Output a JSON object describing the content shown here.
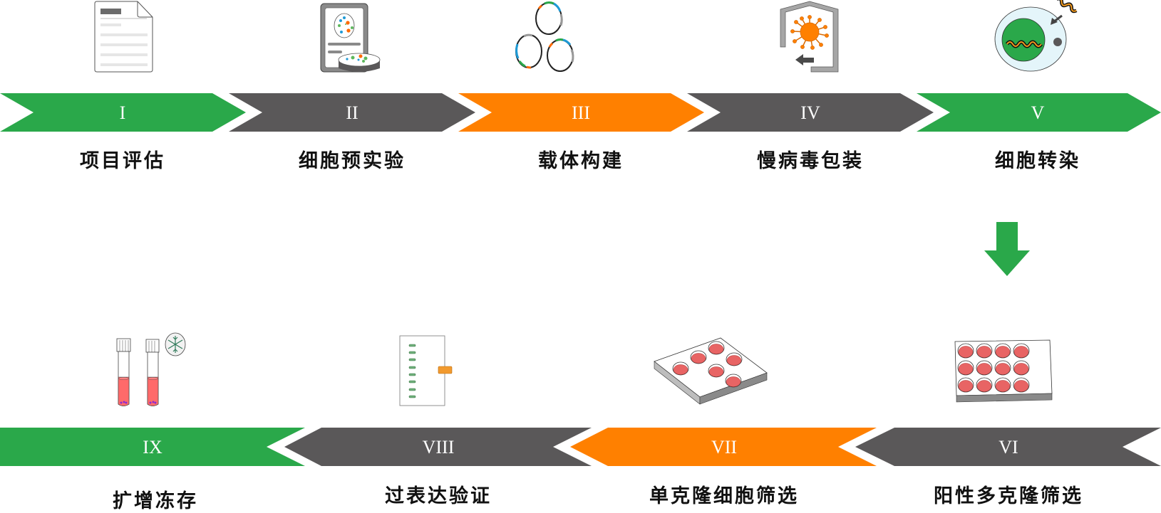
{
  "title": "细胞株构建流程",
  "colors": {
    "green": "#2aa84a",
    "gray": "#5a5859",
    "orange": "#ff8000",
    "text": "#111111"
  },
  "steps": [
    {
      "numeral": "I",
      "label": "项目评估",
      "color": "green",
      "icon": "document-icon"
    },
    {
      "numeral": "II",
      "label": "细胞预实验",
      "color": "gray",
      "icon": "petri-dish-report-icon"
    },
    {
      "numeral": "III",
      "label": "载体构建",
      "color": "orange",
      "icon": "plasmid-icon"
    },
    {
      "numeral": "IV",
      "label": "慢病毒包装",
      "color": "gray",
      "icon": "lentivirus-packaging-icon"
    },
    {
      "numeral": "V",
      "label": "细胞转染",
      "color": "green",
      "icon": "cell-transfection-icon"
    },
    {
      "numeral": "VI",
      "label": "阳性多克隆筛选",
      "color": "gray",
      "icon": "12-well-plate-icon"
    },
    {
      "numeral": "VII",
      "label": "单克隆细胞筛选",
      "color": "orange",
      "icon": "6-well-plate-icon"
    },
    {
      "numeral": "VIII",
      "label": "过表达验证",
      "color": "gray",
      "icon": "western-blot-gel-icon"
    },
    {
      "numeral": "IX",
      "label": "扩增冻存",
      "color": "green",
      "icon": "cryo-tubes-icon"
    }
  ],
  "connector": {
    "icon": "arrow-down-icon",
    "color": "green"
  }
}
